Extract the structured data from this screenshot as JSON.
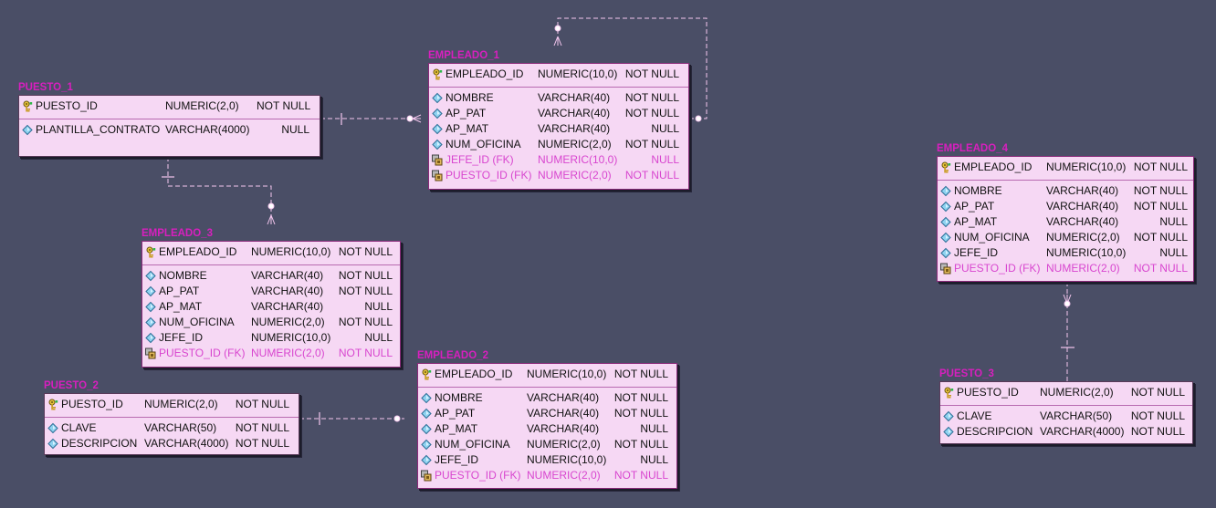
{
  "entities": [
    {
      "key": "puesto1",
      "title": "PUESTO_1",
      "pk": [
        {
          "name": "PUESTO_ID",
          "type": "NUMERIC(2,0)",
          "null": "NOT NULL",
          "icon": "key-icon"
        }
      ],
      "attrs": [
        {
          "name": "PLANTILLA_CONTRATO",
          "type": "VARCHAR(4000)",
          "null": "NULL",
          "icon": "attribute-diamond-icon"
        }
      ]
    },
    {
      "key": "empleado1",
      "title": "EMPLEADO_1",
      "pk": [
        {
          "name": "EMPLEADO_ID",
          "type": "NUMERIC(10,0)",
          "null": "NOT NULL",
          "icon": "key-icon"
        }
      ],
      "attrs": [
        {
          "name": "NOMBRE",
          "type": "VARCHAR(40)",
          "null": "NOT NULL",
          "icon": "attribute-diamond-icon"
        },
        {
          "name": "AP_PAT",
          "type": "VARCHAR(40)",
          "null": "NOT NULL",
          "icon": "attribute-diamond-icon"
        },
        {
          "name": "AP_MAT",
          "type": "VARCHAR(40)",
          "null": "NULL",
          "icon": "attribute-diamond-icon"
        },
        {
          "name": "NUM_OFICINA",
          "type": "NUMERIC(2,0)",
          "null": "NOT NULL",
          "icon": "attribute-diamond-icon"
        },
        {
          "name": "JEFE_ID (FK)",
          "type": "NUMERIC(10,0)",
          "null": "NULL",
          "icon": "foreign-key-icon",
          "fk": true
        },
        {
          "name": "PUESTO_ID (FK)",
          "type": "NUMERIC(2,0)",
          "null": "NOT NULL",
          "icon": "foreign-key-icon",
          "fk": true
        }
      ]
    },
    {
      "key": "empleado3",
      "title": "EMPLEADO_3",
      "pk": [
        {
          "name": "EMPLEADO_ID",
          "type": "NUMERIC(10,0)",
          "null": "NOT NULL",
          "icon": "key-icon"
        }
      ],
      "attrs": [
        {
          "name": "NOMBRE",
          "type": "VARCHAR(40)",
          "null": "NOT NULL",
          "icon": "attribute-diamond-icon"
        },
        {
          "name": "AP_PAT",
          "type": "VARCHAR(40)",
          "null": "NOT NULL",
          "icon": "attribute-diamond-icon"
        },
        {
          "name": "AP_MAT",
          "type": "VARCHAR(40)",
          "null": "NULL",
          "icon": "attribute-diamond-icon"
        },
        {
          "name": "NUM_OFICINA",
          "type": "NUMERIC(2,0)",
          "null": "NOT NULL",
          "icon": "attribute-diamond-icon"
        },
        {
          "name": "JEFE_ID",
          "type": "NUMERIC(10,0)",
          "null": "NULL",
          "icon": "attribute-diamond-icon"
        },
        {
          "name": "PUESTO_ID (FK)",
          "type": "NUMERIC(2,0)",
          "null": "NOT NULL",
          "icon": "foreign-key-icon",
          "fk": true
        }
      ]
    },
    {
      "key": "empleado2",
      "title": "EMPLEADO_2",
      "pk": [
        {
          "name": "EMPLEADO_ID",
          "type": "NUMERIC(10,0)",
          "null": "NOT NULL",
          "icon": "key-icon"
        }
      ],
      "attrs": [
        {
          "name": "NOMBRE",
          "type": "VARCHAR(40)",
          "null": "NOT NULL",
          "icon": "attribute-diamond-icon"
        },
        {
          "name": "AP_PAT",
          "type": "VARCHAR(40)",
          "null": "NOT NULL",
          "icon": "attribute-diamond-icon"
        },
        {
          "name": "AP_MAT",
          "type": "VARCHAR(40)",
          "null": "NULL",
          "icon": "attribute-diamond-icon"
        },
        {
          "name": "NUM_OFICINA",
          "type": "NUMERIC(2,0)",
          "null": "NOT NULL",
          "icon": "attribute-diamond-icon"
        },
        {
          "name": "JEFE_ID",
          "type": "NUMERIC(10,0)",
          "null": "NULL",
          "icon": "attribute-diamond-icon"
        },
        {
          "name": "PUESTO_ID (FK)",
          "type": "NUMERIC(2,0)",
          "null": "NOT NULL",
          "icon": "foreign-key-icon",
          "fk": true
        }
      ]
    },
    {
      "key": "puesto2",
      "title": "PUESTO_2",
      "pk": [
        {
          "name": "PUESTO_ID",
          "type": "NUMERIC(2,0)",
          "null": "NOT NULL",
          "icon": "key-icon"
        }
      ],
      "attrs": [
        {
          "name": "CLAVE",
          "type": "VARCHAR(50)",
          "null": "NOT NULL",
          "icon": "attribute-diamond-icon"
        },
        {
          "name": "DESCRIPCION",
          "type": "VARCHAR(4000)",
          "null": "NOT NULL",
          "icon": "attribute-diamond-icon"
        }
      ]
    },
    {
      "key": "empleado4",
      "title": "EMPLEADO_4",
      "pk": [
        {
          "name": "EMPLEADO_ID",
          "type": "NUMERIC(10,0)",
          "null": "NOT NULL",
          "icon": "key-icon"
        }
      ],
      "attrs": [
        {
          "name": "NOMBRE",
          "type": "VARCHAR(40)",
          "null": "NOT NULL",
          "icon": "attribute-diamond-icon"
        },
        {
          "name": "AP_PAT",
          "type": "VARCHAR(40)",
          "null": "NOT NULL",
          "icon": "attribute-diamond-icon"
        },
        {
          "name": "AP_MAT",
          "type": "VARCHAR(40)",
          "null": "NULL",
          "icon": "attribute-diamond-icon"
        },
        {
          "name": "NUM_OFICINA",
          "type": "NUMERIC(2,0)",
          "null": "NOT NULL",
          "icon": "attribute-diamond-icon"
        },
        {
          "name": "JEFE_ID",
          "type": "NUMERIC(10,0)",
          "null": "NULL",
          "icon": "attribute-diamond-icon"
        },
        {
          "name": "PUESTO_ID (FK)",
          "type": "NUMERIC(2,0)",
          "null": "NOT NULL",
          "icon": "foreign-key-icon",
          "fk": true
        }
      ]
    },
    {
      "key": "puesto3",
      "title": "PUESTO_3",
      "pk": [
        {
          "name": "PUESTO_ID",
          "type": "NUMERIC(2,0)",
          "null": "NOT NULL",
          "icon": "key-icon"
        }
      ],
      "attrs": [
        {
          "name": "CLAVE",
          "type": "VARCHAR(50)",
          "null": "NOT NULL",
          "icon": "attribute-diamond-icon"
        },
        {
          "name": "DESCRIPCION",
          "type": "VARCHAR(4000)",
          "null": "NOT NULL",
          "icon": "attribute-diamond-icon"
        }
      ]
    }
  ],
  "relationships": [
    {
      "parent": "PUESTO_1",
      "child": "EMPLEADO_1",
      "style": "dashed"
    },
    {
      "parent": "EMPLEADO_1",
      "child": "EMPLEADO_1",
      "style": "dashed",
      "recursive": true
    },
    {
      "parent": "PUESTO_1",
      "child": "EMPLEADO_3",
      "style": "dashed"
    },
    {
      "parent": "PUESTO_2",
      "child": "EMPLEADO_2",
      "style": "dashed"
    },
    {
      "parent": "PUESTO_3",
      "child": "EMPLEADO_4",
      "style": "dashed"
    }
  ],
  "colors": {
    "canvas": "#4a4e66",
    "entity_fill": "#f6d8f4",
    "entity_title": "#d81fbf",
    "fk_text": "#d846cf",
    "relationship_line": "#f4c6ee"
  }
}
